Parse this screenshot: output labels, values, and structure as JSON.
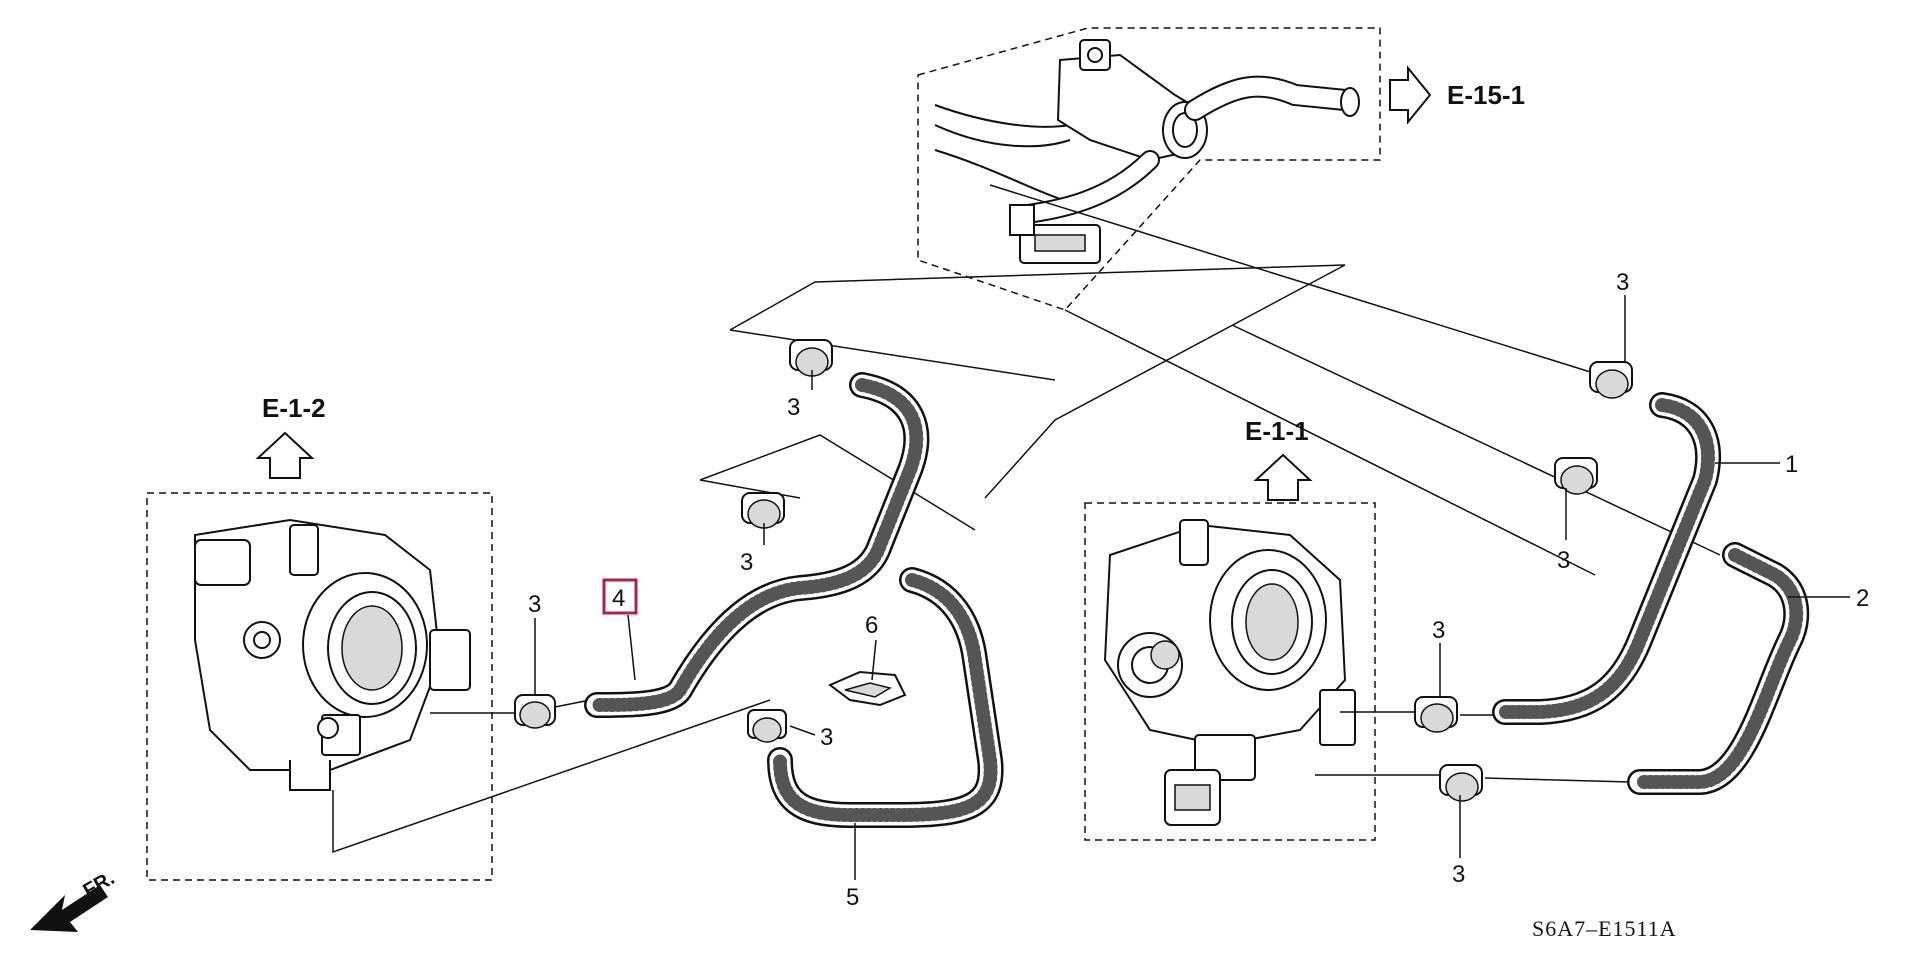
{
  "references": {
    "e15": "E-15-1",
    "e12": "E-1-2",
    "e11": "E-1-1"
  },
  "callouts": {
    "hose1": "1",
    "hose2": "2",
    "clamp_a": "3",
    "clamp_b": "3",
    "clamp_c": "3",
    "clamp_d": "3",
    "clamp_e": "3",
    "clamp_f": "3",
    "clamp_g": "3",
    "clamp_h": "3",
    "hose4": "4",
    "hose5": "5",
    "clip6": "6"
  },
  "highlight_color": "#b0204a",
  "direction_label": "FR.",
  "diagram_code": "S6A7–E1511A"
}
